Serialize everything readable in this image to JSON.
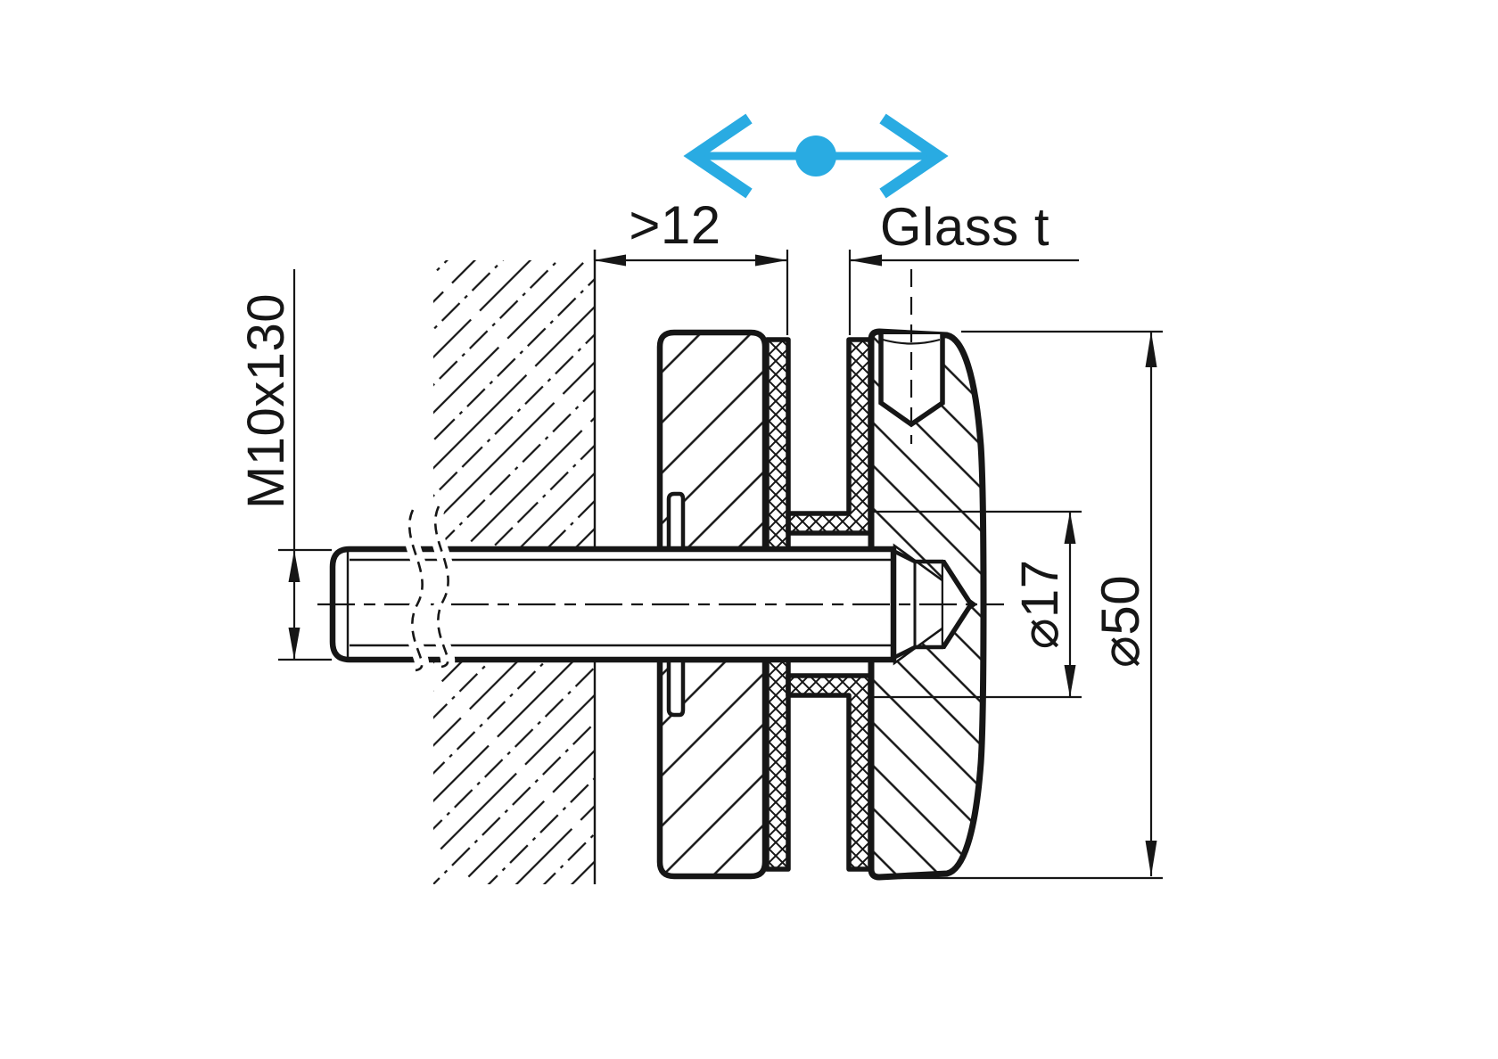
{
  "colors": {
    "ink": "#161616",
    "accent": "#29ABE2",
    "background": "#ffffff"
  },
  "symbol": {
    "name": "horizontal-adjustability-arrow"
  },
  "dimensions": {
    "gt12": {
      "label": ">12"
    },
    "glass_t": {
      "label": "Glass t"
    },
    "m10": {
      "label": "M10x130"
    },
    "d17": {
      "label": "⌀17"
    },
    "d50": {
      "label": "⌀50"
    }
  }
}
